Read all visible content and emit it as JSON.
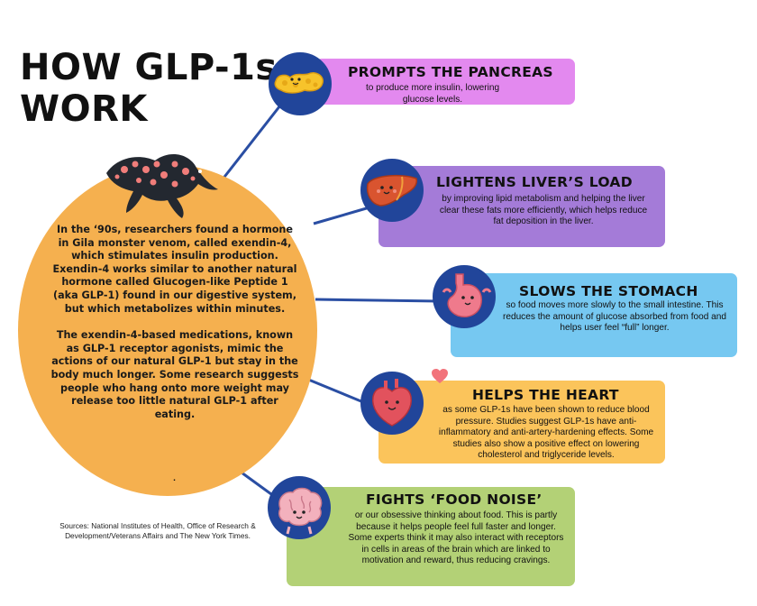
{
  "title": {
    "line1": "HOW GLP-1s",
    "line2": "WORK"
  },
  "intro": {
    "paragraph1": "In the ‘90s, researchers found a hormone in Gila monster venom,  called exendin-4, which stimulates insulin production. Exendin-4 works similar to another natural  hormone called Glucogen-like Peptide 1 (aka GLP-1) found in our digestive system, but which metabolizes within minutes.",
    "paragraph2": "The exendin-4-based medications, known as GLP-1 receptor agonists, mimic the actions of our natural GLP-1 but stay in the body much longer. Some research suggests people who hang onto more weight may release too little natural GLP-1 after eating.",
    "dot": "."
  },
  "sources": "Sources: National Institutes of Health, Office of Research & Development/Veterans Affairs and The New York Times.",
  "cards": [
    {
      "title": "PROMPTS THE PANCREAS",
      "body": "to produce more insulin, lowering glucose levels.",
      "color": "#e389ef",
      "icon": "pancreas-icon"
    },
    {
      "title": "LIGHTENS LIVER’S LOAD",
      "body": "by improving lipid metabolism and helping the liver clear these fats more efficiently, which helps reduce fat deposition in the liver.",
      "color": "#a47bd8",
      "icon": "liver-icon"
    },
    {
      "title": "SLOWS THE STOMACH",
      "body": "so food moves more slowly to the small intestine. This reduces the amount of glucose absorbed from food and helps user feel “full” longer.",
      "color": "#76c8f1",
      "icon": "stomach-icon"
    },
    {
      "title": "HELPS THE HEART",
      "body": "as some GLP-1s have been shown to reduce blood pressure. Studies suggest GLP-1s have anti-inflammatory and anti-artery-hardening effects. Some studies also show a positive effect on lowering cholesterol and triglyceride levels.",
      "color": "#fbc45b",
      "icon": "heart-icon"
    },
    {
      "title": "FIGHTS ‘FOOD NOISE’",
      "body": "or our obsessive thinking about food. This is partly because it helps people feel full faster and longer. Some experts think it may also interact with receptors in cells in areas of the brain which are linked to motivation and reward, thus reducing cravings.",
      "color": "#b3d176",
      "icon": "brain-icon"
    }
  ],
  "colors": {
    "orange": "#f5b04f",
    "navy": "#21459a",
    "connector": "#2a4ea3"
  }
}
